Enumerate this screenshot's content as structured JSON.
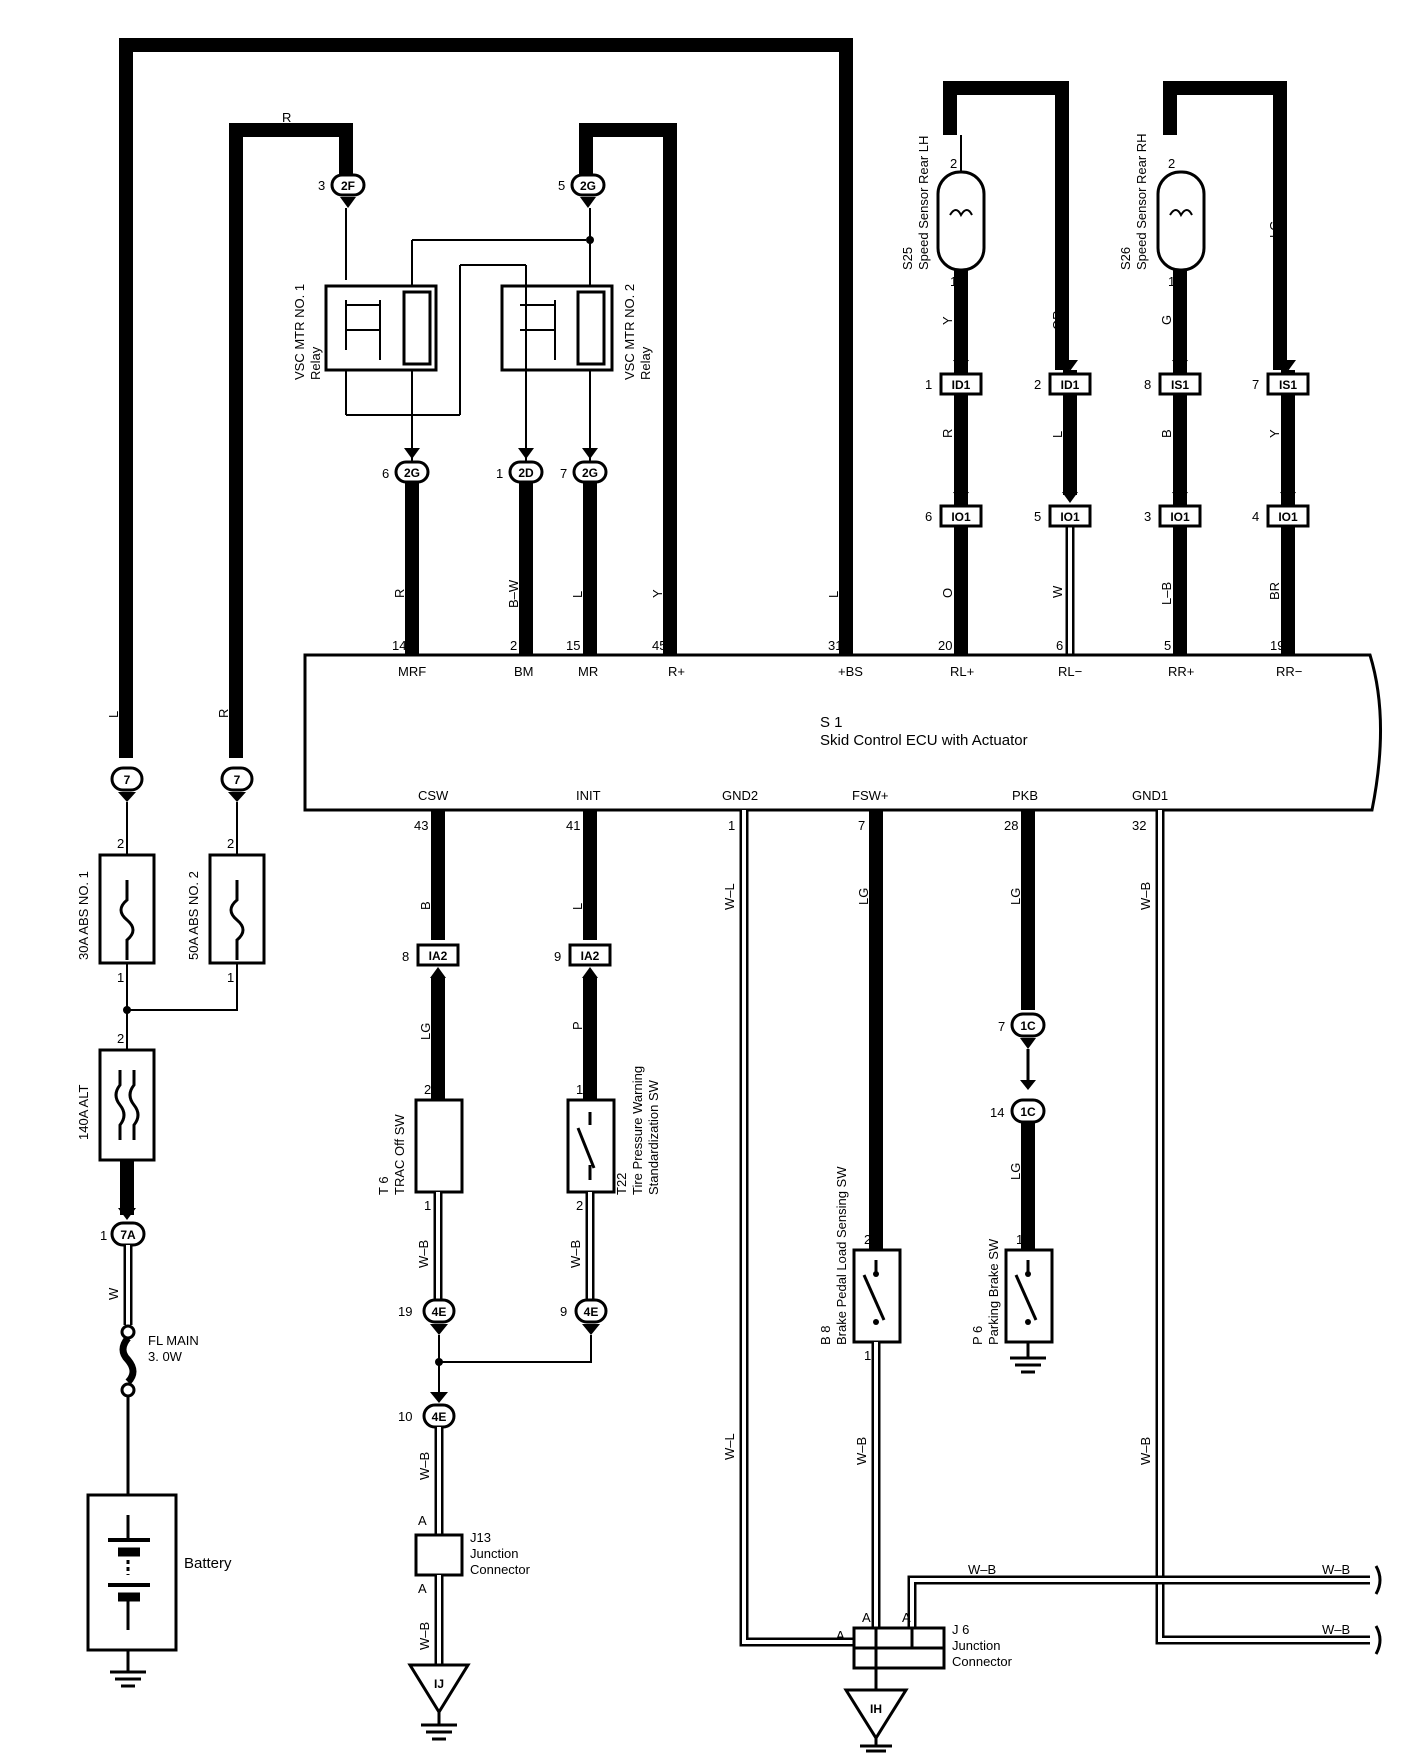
{
  "ecu": {
    "ref": "S 1",
    "name": "Skid Control ECU with Actuator",
    "top_pins": [
      {
        "num": "14",
        "name": "MRF"
      },
      {
        "num": "2",
        "name": "BM"
      },
      {
        "num": "15",
        "name": "MR"
      },
      {
        "num": "45",
        "name": "R+"
      },
      {
        "num": "31",
        "name": "+BS"
      },
      {
        "num": "20",
        "name": "RL+"
      },
      {
        "num": "6",
        "name": "RL−"
      },
      {
        "num": "5",
        "name": "RR+"
      },
      {
        "num": "19",
        "name": "RR−"
      }
    ],
    "bottom_pins": [
      {
        "num": "43",
        "name": "CSW"
      },
      {
        "num": "41",
        "name": "INIT"
      },
      {
        "num": "1",
        "name": "GND2"
      },
      {
        "num": "7",
        "name": "FSW+"
      },
      {
        "num": "28",
        "name": "PKB"
      },
      {
        "num": "32",
        "name": "GND1"
      }
    ]
  },
  "relays": [
    {
      "name": "VSC MTR NO. 1",
      "sub": "Relay"
    },
    {
      "name": "VSC MTR NO. 2",
      "sub": "Relay"
    }
  ],
  "sensors": [
    {
      "ref": "S25",
      "name": "Speed Sensor Rear LH"
    },
    {
      "ref": "S26",
      "name": "Speed Sensor Rear RH"
    }
  ],
  "fuses": [
    {
      "name": "30A ABS NO. 1"
    },
    {
      "name": "50A ABS NO. 2"
    },
    {
      "name": "140A ALT"
    },
    {
      "name": "FL MAIN",
      "sub": "3. 0W"
    }
  ],
  "battery": "Battery",
  "switches": [
    {
      "ref": "T 6",
      "name": "TRAC Off SW"
    },
    {
      "ref": "T22",
      "name": "Tire Pressure Warning",
      "sub": "Standardization SW"
    },
    {
      "ref": "B 8",
      "name": "Brake Pedal Load Sensing SW"
    },
    {
      "ref": "P 6",
      "name": "Parking Brake SW"
    }
  ],
  "junctions": [
    {
      "ref": "J13",
      "name": "Junction",
      "sub": "Connector"
    },
    {
      "ref": "J 6",
      "name": "Junction",
      "sub": "Connector"
    }
  ],
  "grounds": [
    "IJ",
    "IH"
  ],
  "connectors": {
    "c_2F": "2F",
    "c_2G": "2G",
    "c_2D": "2D",
    "c_7": "7",
    "c_7A": "7A",
    "c_ID1": "ID1",
    "c_IS1": "IS1",
    "c_IO1": "IO1",
    "c_IA2": "IA2",
    "c_1C": "1C",
    "c_4E": "4E"
  },
  "pin_numbers": {
    "p1": "1",
    "p2": "2",
    "p3": "3",
    "p4": "4",
    "p5": "5",
    "p6": "6",
    "p7": "7",
    "p8": "8",
    "p9": "9",
    "p10": "10",
    "p14": "14",
    "p19": "19",
    "pA": "A"
  },
  "wire_colors": {
    "R": "R",
    "L": "L",
    "Y": "Y",
    "B_W": "B–W",
    "GR": "GR",
    "G": "G",
    "LG": "LG",
    "O": "O",
    "W": "W",
    "L_B": "L–B",
    "BR": "BR",
    "B": "B",
    "P": "P",
    "W_B": "W–B",
    "W_L": "W–L"
  }
}
